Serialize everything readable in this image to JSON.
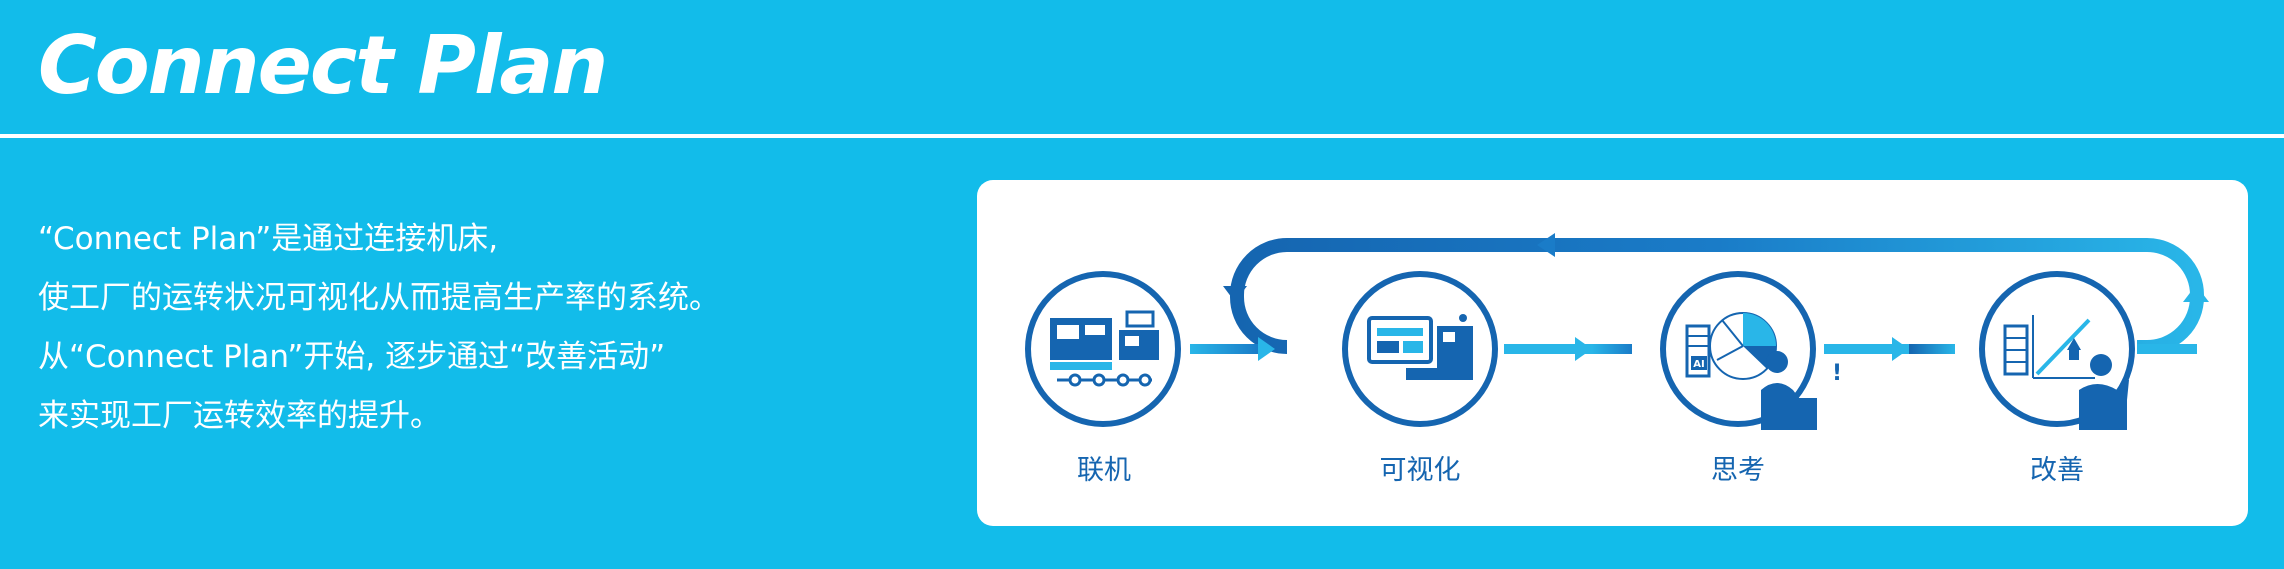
{
  "header": {
    "title": "Connect Plan"
  },
  "description": {
    "lines": [
      "“Connect Plan”是通过连接机床,",
      "使工厂的运转状况可视化从而提高生产率的系统。",
      "从“Connect Plan”开始, 逐步通过“改善活动”",
      "来实现工厂运转效率的提升。"
    ]
  },
  "diagram": {
    "steps": [
      {
        "label": "联机",
        "icon": "machine-network-icon"
      },
      {
        "label": "可视化",
        "icon": "monitor-machine-icon"
      },
      {
        "label": "思考",
        "icon": "ai-analysis-icon",
        "badge": "AI",
        "mark": "!"
      },
      {
        "label": "改善",
        "icon": "improvement-chart-icon"
      }
    ],
    "colors": {
      "circle": "#1565B0",
      "arrow_light": "#29B6E8",
      "arrow_dark": "#1565B0"
    }
  }
}
